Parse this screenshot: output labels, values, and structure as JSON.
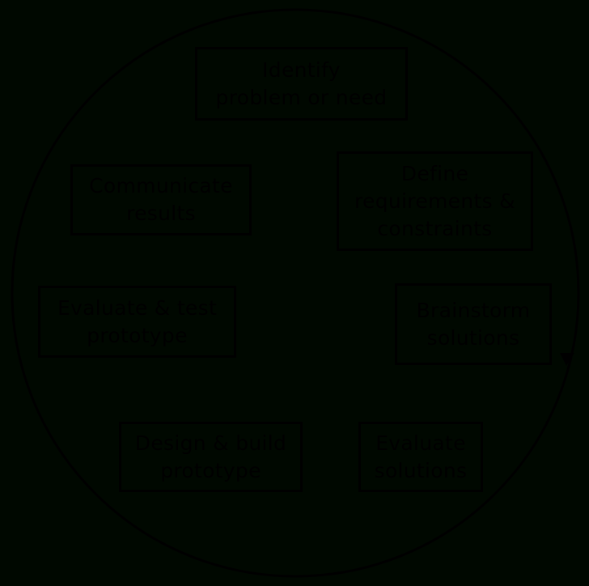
{
  "diagram": {
    "type": "cycle",
    "direction": "clockwise",
    "colors": {
      "background": "#000800",
      "stroke": "#000000",
      "text": "#000000"
    },
    "steps": [
      {
        "id": "identify",
        "lines": [
          "Identify",
          "problem or need"
        ]
      },
      {
        "id": "define",
        "lines": [
          "Define",
          "requirements &",
          "constraints"
        ]
      },
      {
        "id": "brainstorm",
        "lines": [
          "Brainstorm",
          "solutions"
        ]
      },
      {
        "id": "evaluate-solutions",
        "lines": [
          "Evaluate",
          "solutions"
        ]
      },
      {
        "id": "design-build",
        "lines": [
          "Design & build",
          "prototype"
        ]
      },
      {
        "id": "evaluate-test",
        "lines": [
          "Evaluate & test",
          "prototype"
        ]
      },
      {
        "id": "communicate",
        "lines": [
          "Communicate",
          "results"
        ]
      }
    ]
  }
}
